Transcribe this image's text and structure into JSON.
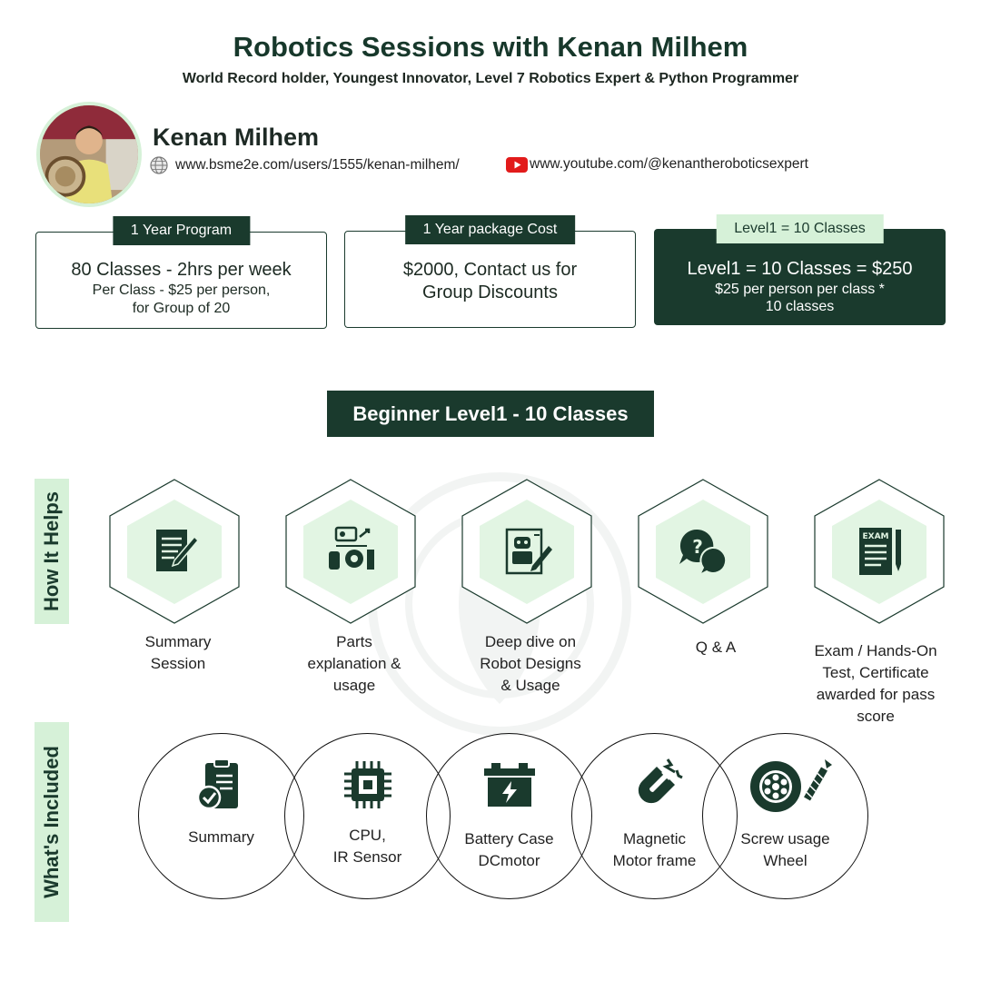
{
  "header": {
    "title": "Robotics Sessions with Kenan Milhem",
    "subtitle": "World Record holder, Youngest Innovator, Level 7 Robotics Expert & Python Programmer"
  },
  "profile": {
    "name": "Kenan Milhem",
    "website": "www.bsme2e.com/users/1555/kenan-milhem/",
    "youtube": "www.youtube.com/@kenantheroboticsexpert",
    "website_icon": "globe-icon",
    "youtube_icon": "youtube-icon"
  },
  "cards": [
    {
      "tab": "1 Year Program",
      "main": "80 Classes - 2hrs per week",
      "sub1": "Per Class - $25 per person,",
      "sub2": "for Group of 20"
    },
    {
      "tab": "1 Year package Cost",
      "main1": "$2000, Contact us for",
      "main2": "Group Discounts"
    },
    {
      "tab": "Level1 = 10 Classes",
      "main": "Level1 = 10 Classes = $250",
      "sub1": "$25 per person per class *",
      "sub2": "10 classes"
    }
  ],
  "banner": "Beginner Level1 - 10 Classes",
  "how_it_helps": {
    "label": "How It Helps",
    "items": [
      {
        "icon": "document-edit-icon",
        "lines": [
          "Summary",
          "Session"
        ]
      },
      {
        "icon": "gears-parts-icon",
        "lines": [
          "Parts",
          "explanation &",
          "usage"
        ]
      },
      {
        "icon": "robot-design-icon",
        "lines": [
          "Deep dive on",
          "Robot Designs",
          "& Usage"
        ]
      },
      {
        "icon": "question-chat-icon",
        "lines": [
          "Q & A"
        ]
      },
      {
        "icon": "exam-icon",
        "lines": [
          "Exam / Hands-On",
          "Test, Certificate",
          "awarded for pass",
          "score"
        ]
      }
    ]
  },
  "whats_included": {
    "label": "What's Included",
    "items": [
      {
        "icon": "clipboard-check-icon",
        "lines": [
          "Summary"
        ]
      },
      {
        "icon": "cpu-chip-icon",
        "lines": [
          "CPU,",
          "IR Sensor"
        ]
      },
      {
        "icon": "battery-icon",
        "lines": [
          "Battery Case",
          "DCmotor"
        ]
      },
      {
        "icon": "magnet-icon",
        "lines": [
          "Magnetic",
          "Motor frame"
        ]
      },
      {
        "icon": "wheel-screw-icon",
        "lines": [
          "Screw usage",
          "Wheel"
        ]
      }
    ]
  },
  "colors": {
    "dark_green": "#1a3a2d",
    "light_green": "#d6f1d8",
    "hex_fill": "#e2f5e3"
  }
}
